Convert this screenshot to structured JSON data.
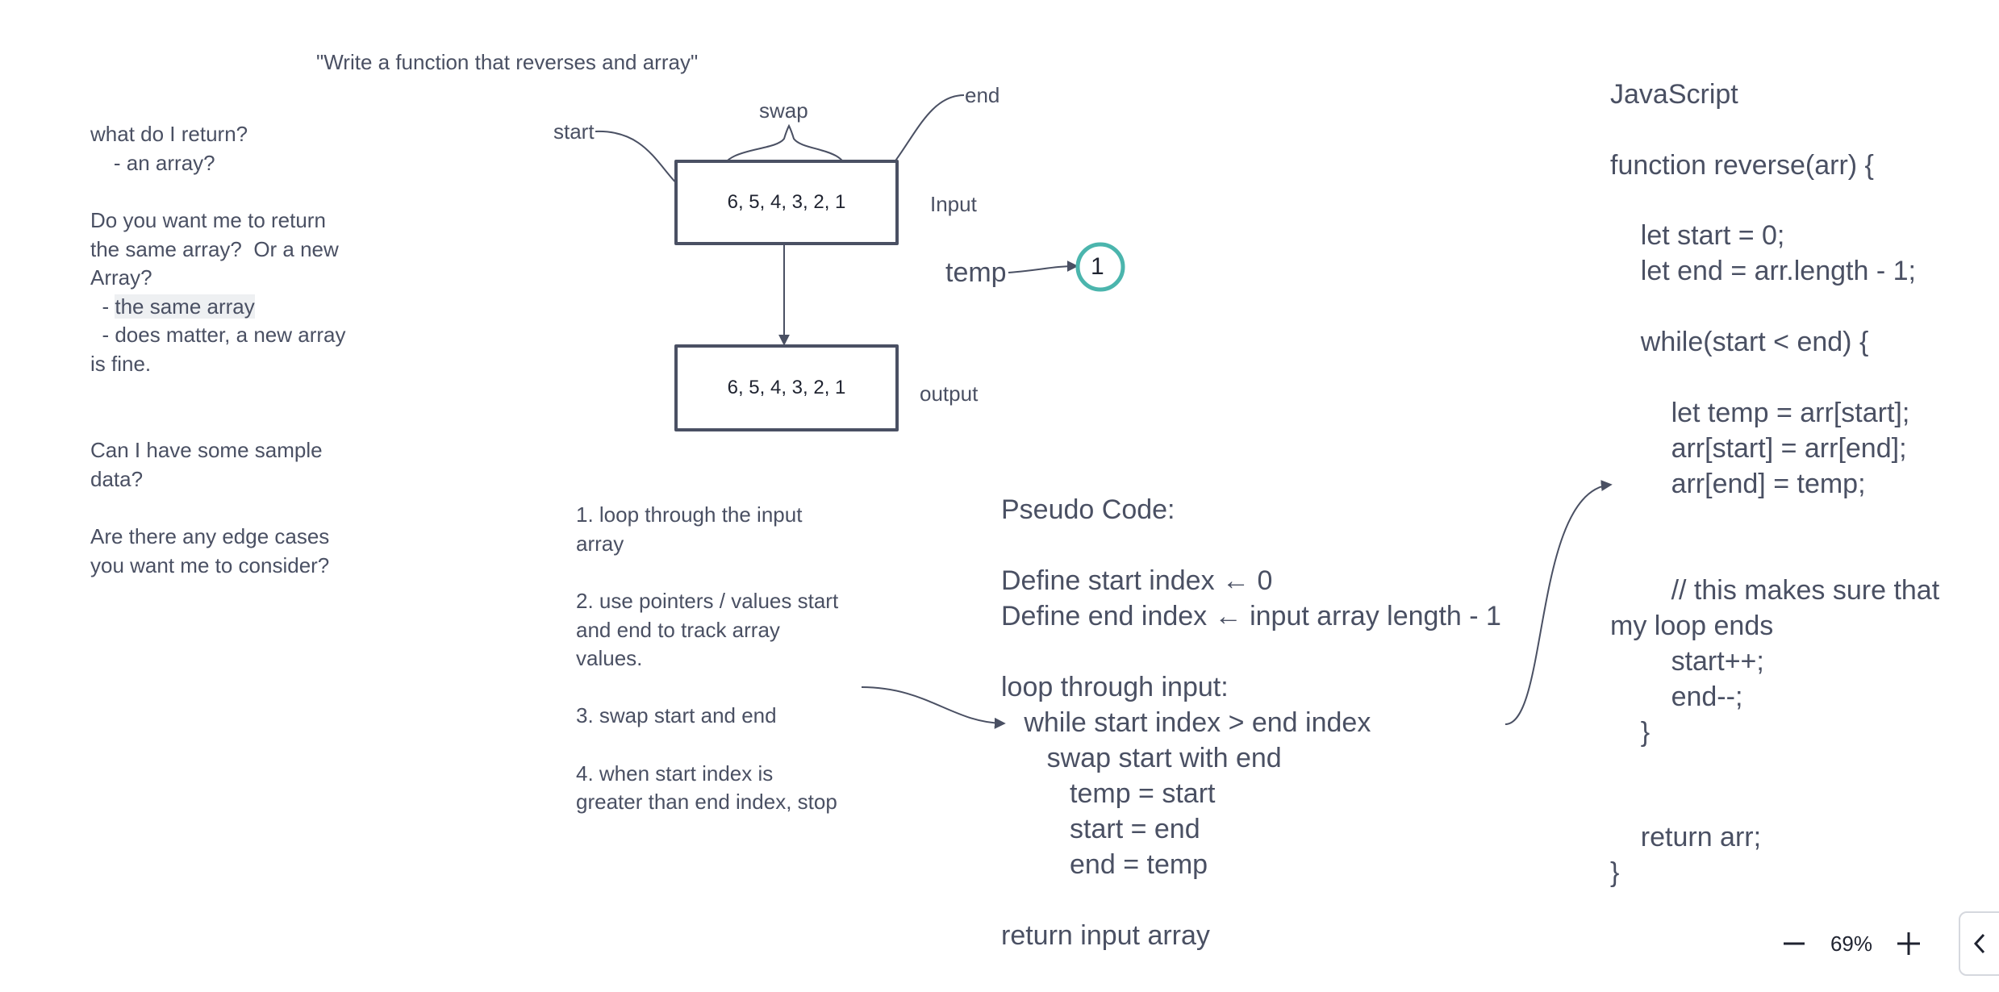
{
  "title_quote": "\"Write a function that reverses and array\"",
  "questions": {
    "q1": "what do I return?",
    "a1": "    - an array?",
    "q2a": "Do you want me to return",
    "q2b": "the same array?  Or a new",
    "q2c": "Array?",
    "a2a_prefix": "  - ",
    "a2a": "the same array",
    "a2b": "  - does matter, a new array",
    "a2c": "is fine.",
    "q3a": "Can I have some sample",
    "q3b": "data?",
    "q4a": "Are there any edge cases",
    "q4b": "you want me to consider?"
  },
  "diagram": {
    "label_start": "start",
    "label_swap": "swap",
    "label_end": "end",
    "input_array": "6, 5, 4, 3, 2, 1",
    "input_label": "Input",
    "temp_label": "temp",
    "temp_value": "1",
    "output_array": "6, 5, 4, 3, 2, 1",
    "output_label": "output"
  },
  "steps": {
    "s1a": "1. loop through the input",
    "s1b": "array",
    "s2a": "2. use pointers / values start",
    "s2b": "and end to track array",
    "s2c": "values.",
    "s3": "3. swap start and end",
    "s4a": "4. when start index is",
    "s4b": "greater than end index, stop"
  },
  "pseudo": {
    "header": "Pseudo Code:",
    "l1": "Define start index ← 0",
    "l2": "Define end index ← input array length - 1",
    "l3": "loop through input:",
    "l4": "   while start index > end index",
    "l5": "      swap start with end",
    "l6": "         temp = start",
    "l7": "         start = end",
    "l8": "         end = temp",
    "l9": "return input array"
  },
  "code": {
    "lang": "JavaScript",
    "c1": "function reverse(arr) {",
    "c2": "    let start = 0;",
    "c3": "    let end = arr.length - 1;",
    "c4": "    while(start < end) {",
    "c5": "        let temp = arr[start];",
    "c6": "        arr[start] = arr[end];",
    "c7": "        arr[end] = temp;",
    "c8": "        // this makes sure that",
    "c9": "my loop ends",
    "c10": "        start++;",
    "c11": "        end--;",
    "c12": "    }",
    "c13": "    return arr;",
    "c14": "}"
  },
  "zoom": {
    "value": "69%",
    "minus_icon": "minus-icon",
    "plus_icon": "plus-icon"
  },
  "colors": {
    "ink": "#4a5063",
    "orange": "#f0a83c",
    "red": "#d83a2e",
    "teal": "#4bb5ad"
  }
}
